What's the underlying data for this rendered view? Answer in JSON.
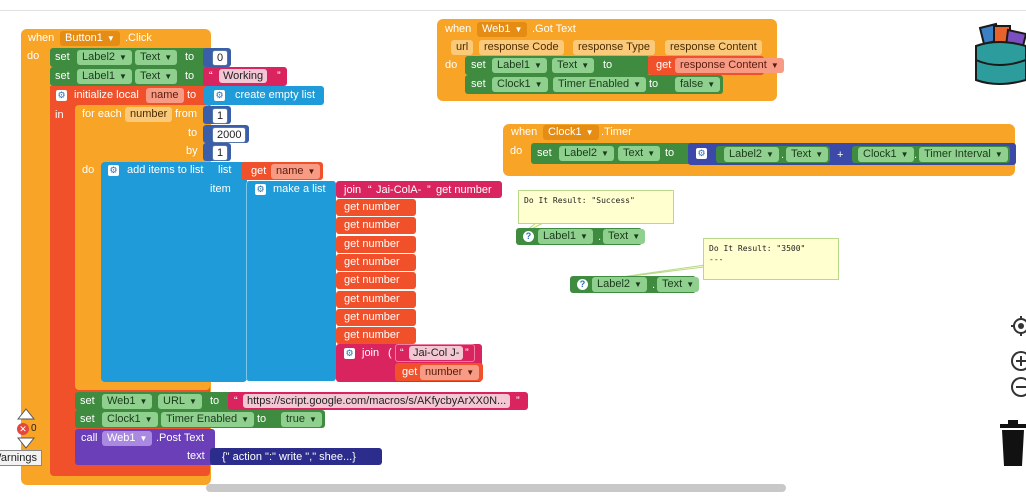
{
  "workspace": {
    "button_click": {
      "when": "when",
      "component": "Button1",
      "event": ".Click",
      "do": "do",
      "set": "set",
      "to": "to",
      "set_label2": {
        "comp": "Label2",
        "prop": "Text",
        "value": "0"
      },
      "set_label1": {
        "comp": "Label1",
        "prop": "Text",
        "value": "Working"
      },
      "init_local": {
        "label": "initialize local",
        "var": "name",
        "to": "to",
        "value": "create empty list",
        "in": "in"
      },
      "for_each": {
        "label": "for each",
        "var": "number",
        "from_label": "from",
        "from": "1",
        "to_label": "to",
        "to": "2000",
        "by_label": "by",
        "by": "1",
        "do": "do"
      },
      "add_items": {
        "label": "add items to list",
        "list_label": "list",
        "get": "get",
        "list_var": "name",
        "item_label": "item",
        "make_list": "make a list"
      },
      "join_first": {
        "label": "join",
        "str": "Jai-ColA-",
        "get_number": "get number"
      },
      "get_number": "get number",
      "get_number_count": 8,
      "join_last": {
        "label": "join",
        "str": "Jai-Col J-",
        "get": "get",
        "var": "number"
      },
      "set_web_url": {
        "comp": "Web1",
        "prop": "URL",
        "value": "https://script.google.com/macros/s/AKfycbyArXX0N..."
      },
      "set_clock_enabled": {
        "comp": "Clock1",
        "prop": "Timer Enabled",
        "value": "true"
      },
      "call_post": {
        "call": "call",
        "comp": "Web1",
        "method": ".Post Text",
        "text_label": "text",
        "text_value": "{\" action \":\" write \",\" shee...}"
      }
    },
    "web_got_text": {
      "when": "when",
      "component": "Web1",
      "event": ".Got Text",
      "params": [
        "url",
        "response Code",
        "response Type",
        "response Content"
      ],
      "do": "do",
      "set_label1": {
        "comp": "Label1",
        "prop": "Text",
        "get": "get",
        "value": "response Content"
      },
      "set_clock": {
        "comp": "Clock1",
        "prop": "Timer Enabled",
        "value": "false"
      }
    },
    "clock_timer": {
      "when": "when",
      "component": "Clock1",
      "event": ".Timer",
      "do": "do",
      "set_label2": {
        "comp": "Label2",
        "prop": "Text"
      },
      "sum_a": {
        "comp": "Label2",
        "prop": "Text"
      },
      "plus": "+",
      "sum_b": {
        "comp": "Clock1",
        "prop": "Timer Interval"
      }
    },
    "result1": {
      "bubble": "Do It Result: \"Success\"",
      "comp": "Label1",
      "prop": "Text"
    },
    "result2": {
      "bubble": "Do It Result: \"3500\"\n---",
      "comp": "Label2",
      "prop": "Text"
    },
    "warnings": {
      "count": "0",
      "label": "Warnings"
    }
  }
}
